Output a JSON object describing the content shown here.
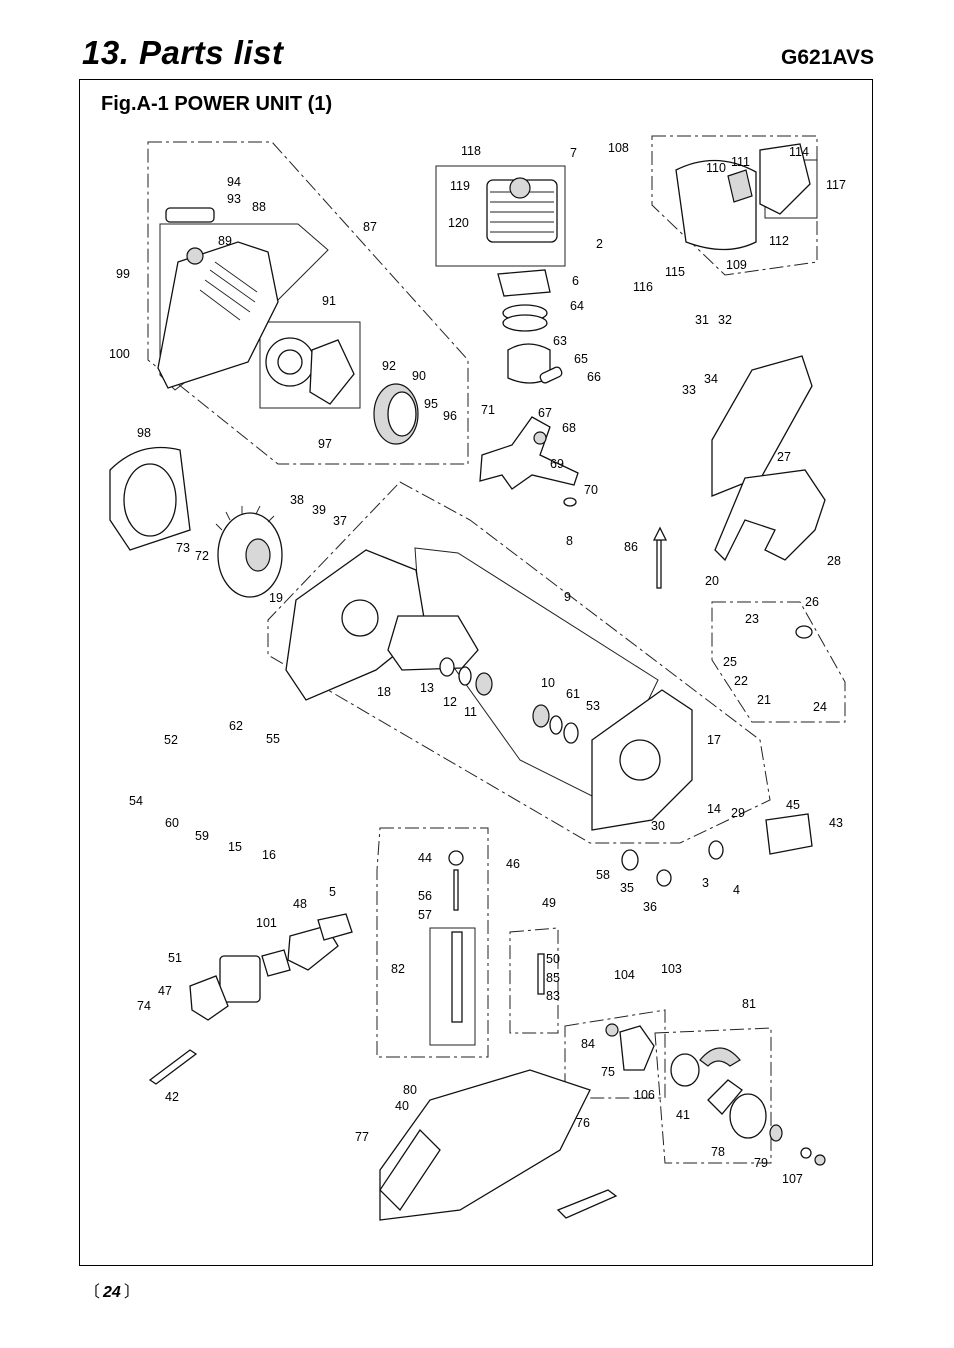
{
  "header": {
    "title": "13. Parts list",
    "model": "G621AVS"
  },
  "figure": {
    "title": "Fig.A-1  POWER UNIT (1)"
  },
  "footer": {
    "page_open": "〔",
    "page_number": "24",
    "page_close": "〕"
  },
  "callouts": [
    "118",
    "7",
    "108",
    "114",
    "110",
    "111",
    "117",
    "119",
    "120",
    "2",
    "112",
    "109",
    "115",
    "116",
    "6",
    "64",
    "63",
    "65",
    "66",
    "31",
    "32",
    "33",
    "34",
    "94",
    "93",
    "88",
    "87",
    "89",
    "99",
    "91",
    "100",
    "92",
    "90",
    "95",
    "96",
    "97",
    "71",
    "67",
    "68",
    "69",
    "70",
    "98",
    "27",
    "38",
    "39",
    "37",
    "73",
    "72",
    "8",
    "86",
    "28",
    "19",
    "9",
    "20",
    "26",
    "23",
    "25",
    "22",
    "21",
    "24",
    "18",
    "13",
    "12",
    "11",
    "10",
    "61",
    "53",
    "52",
    "62",
    "55",
    "54",
    "60",
    "59",
    "15",
    "16",
    "17",
    "14",
    "29",
    "30",
    "45",
    "43",
    "44",
    "46",
    "56",
    "57",
    "58",
    "35",
    "36",
    "3",
    "4",
    "5",
    "48",
    "101",
    "49",
    "51",
    "50",
    "85",
    "83",
    "104",
    "103",
    "47",
    "74",
    "82",
    "81",
    "84",
    "75",
    "106",
    "41",
    "42",
    "80",
    "40",
    "76",
    "77",
    "78",
    "79",
    "107"
  ]
}
